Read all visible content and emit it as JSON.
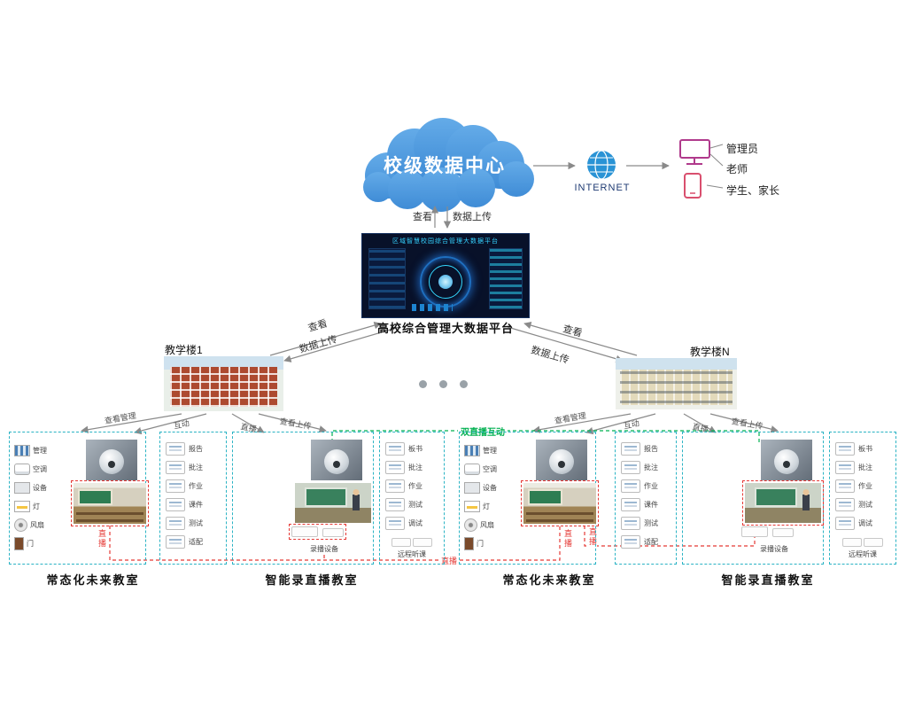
{
  "cloud": {
    "label": "校级数据中心"
  },
  "internet": {
    "label": "INTERNET"
  },
  "users": {
    "labels": [
      "管理员",
      "老师",
      "学生、家长"
    ]
  },
  "platform": {
    "screen_title": "区域智慧校园综合管理大数据平台",
    "caption": "高校综合管理大数据平台"
  },
  "buildings": {
    "left": "教学楼1",
    "right": "教学楼N"
  },
  "links": {
    "view": "查看",
    "upload": "数据上传",
    "view_manage": "查看管理",
    "interact": "互动",
    "live": "直播",
    "view_upload": "查看上传",
    "dual_live": "双直播互动"
  },
  "future": {
    "label": "常态化未来教室",
    "devices": [
      {
        "label": "管理",
        "icon": "panel"
      },
      {
        "label": "空调",
        "icon": "ac"
      },
      {
        "label": "设备",
        "icon": "device"
      },
      {
        "label": "灯",
        "icon": "light"
      },
      {
        "label": "风扇",
        "icon": "fan"
      },
      {
        "label": "门",
        "icon": "door"
      }
    ]
  },
  "recording": {
    "label": "智能录直播教室",
    "left_features": [
      "报告",
      "批注",
      "作业",
      "课件",
      "测试",
      "适配"
    ],
    "right_features": [
      "板书",
      "批注",
      "作业",
      "测试",
      "调试"
    ],
    "remote": "远程听课",
    "equipment": "录播设备"
  },
  "colors": {
    "cyan_border": "#2ab3c4",
    "green_link": "#00b050",
    "red_link": "#e53935",
    "cloud_blue": "#4a9bdf"
  }
}
